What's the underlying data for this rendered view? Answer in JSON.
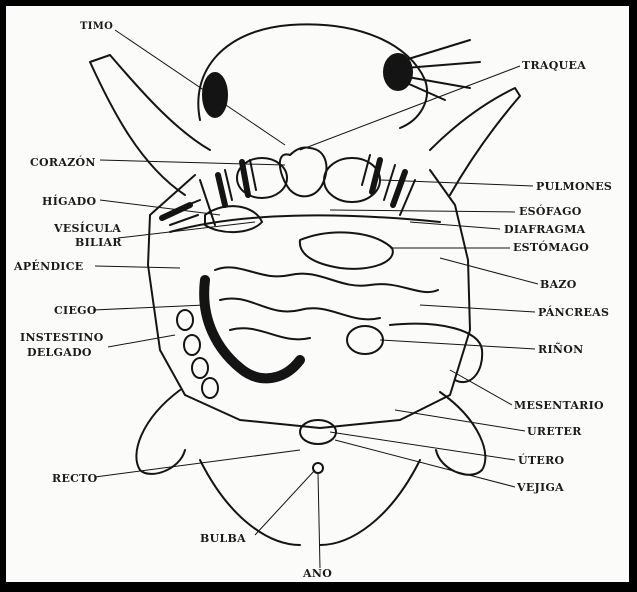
{
  "colors": {
    "ink": "#141414",
    "paper": "#fbfbfa",
    "frame": "#000000"
  },
  "labels": {
    "timo": "TIMO",
    "traquea": "TRAQUEA",
    "corazon": "CORAZÓN",
    "pulmones": "PULMONES",
    "higado": "HÍGADO",
    "esofago": "ESÓFAGO",
    "vesicula_1": "VESÍCULA",
    "vesicula_2": "BILIAR",
    "diafragma": "DIAFRAGMA",
    "apendice": "APÉNDICE",
    "estomago": "ESTÓMAGO",
    "bazo": "BAZO",
    "ciego": "CIEGO",
    "pancreas": "PÁNCREAS",
    "intestino_1": "INSTESTINO",
    "intestino_2": "DELGADO",
    "rinon": "RIÑON",
    "mesentario": "MESENTARIO",
    "ureter": "URETER",
    "utero": "ÚTERO",
    "recto": "RECTO",
    "vejiga": "VEJIGA",
    "bulba": "BULBA",
    "ano": "ANO"
  }
}
